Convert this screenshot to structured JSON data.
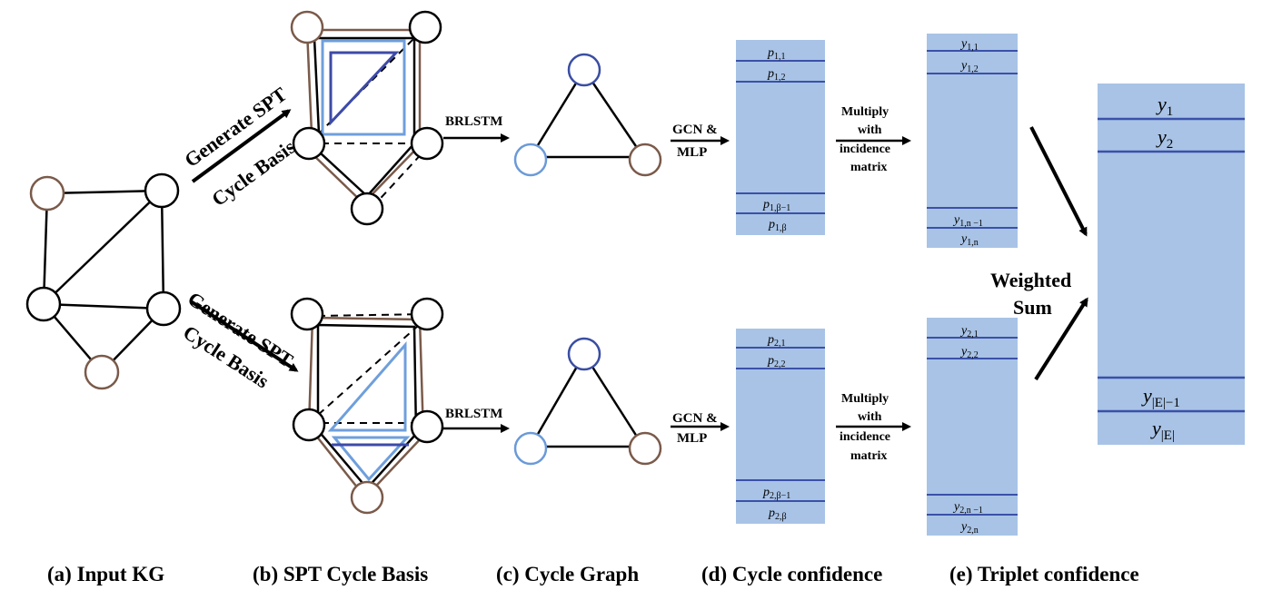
{
  "colors": {
    "node_dark": "#000000",
    "node_brown": "#7a5a4a",
    "node_light_blue": "#6b9ad8",
    "node_dark_blue": "#3a4ea3",
    "bar_fill": "#a8c3e6",
    "bar_line": "#3b50a8",
    "cycle_light": "#6f9fdc",
    "cycle_dark": "#3d4aa8"
  },
  "captions": {
    "a": "(a) Input KG",
    "b": "(b) SPT Cycle Basis",
    "c": "(c) Cycle Graph",
    "d": "(d) Cycle confidence",
    "e": "(e) Triplet confidence"
  },
  "arrows": {
    "generate_line1": "Generate SPT",
    "generate_line2": "Cycle Basis",
    "brlstm": "BRLSTM",
    "gcn_line1": "GCN &",
    "gcn_line2": "MLP",
    "multiply_line1": "Multiply",
    "multiply_line2": "with",
    "multiply_line3": "incidence",
    "multiply_line4": "matrix",
    "weighted_line1": "Weighted",
    "weighted_line2": "Sum"
  },
  "cycle_conf_top": {
    "top": [
      "p",
      "1,1",
      "p",
      "1,2"
    ],
    "bottom": [
      "p",
      "1,β−1",
      "p",
      "1,β"
    ]
  },
  "labels": {
    "p11_base": "p",
    "p11_sub": "1,1",
    "p12_base": "p",
    "p12_sub": "1,2",
    "p1b1_base": "p",
    "p1b1_sub": "1,β−1",
    "p1b_base": "p",
    "p1b_sub": "1,β",
    "p21_base": "p",
    "p21_sub": "2,1",
    "p22_base": "p",
    "p22_sub": "2,2",
    "p2b1_base": "p",
    "p2b1_sub": "2,β−1",
    "p2b_base": "p",
    "p2b_sub": "2,β",
    "y11_base": "y",
    "y11_sub": "1,1",
    "y12_base": "y",
    "y12_sub": "1,2",
    "y1n1_base": "y",
    "y1n1_sub": "1,n −1",
    "y1n_base": "y",
    "y1n_sub": "1,n",
    "y21_base": "y",
    "y21_sub": "2,1",
    "y22_base": "y",
    "y22_sub": "2,2",
    "y2n1_base": "y",
    "y2n1_sub": "2,n −1",
    "y2n_base": "y",
    "y2n_sub": "2,n",
    "Y1_base": "y",
    "Y1_sub": "1",
    "Y2_base": "y",
    "Y2_sub": "2",
    "YE1_base": "y",
    "YE1_sub": "|E|−1",
    "YE_base": "y",
    "YE_sub": "|E|"
  }
}
